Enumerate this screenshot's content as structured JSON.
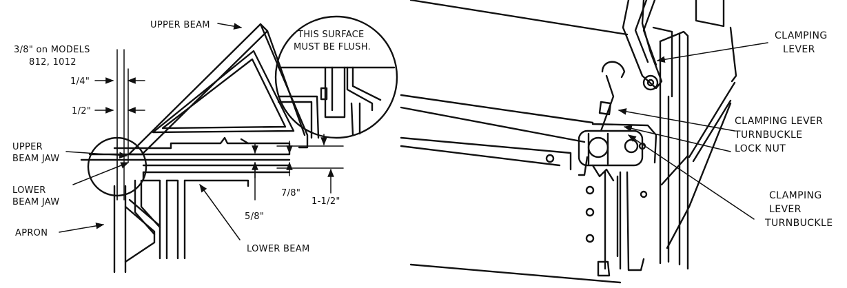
{
  "left_diagram": {
    "labels": {
      "upper_beam": "UPPER BEAM",
      "models_line1": "3/8\" on MODELS",
      "models_line2": "812, 1012",
      "quarter": "1/4\"",
      "half": "1/2\"",
      "upper_beam_jaw_line1": "UPPER",
      "upper_beam_jaw_line2": "BEAM JAW",
      "lower_beam_jaw_line1": "LOWER",
      "lower_beam_jaw_line2": "BEAM JAW",
      "apron": "APRON",
      "lower_beam": "LOWER BEAM",
      "five_eighths": "5/8\"",
      "seven_eighths": "7/8\"",
      "one_and_half": "1-1/2\"",
      "surface_line1": "THIS SURFACE",
      "surface_line2": "MUST BE FLUSH."
    }
  },
  "right_diagram": {
    "labels": {
      "clamping_lever_line1": "CLAMPING",
      "clamping_lever_line2": "LEVER",
      "lock_nut_line1": "CLAMPING LEVER",
      "lock_nut_line2": "TURNBUCKLE",
      "lock_nut_line3": "LOCK NUT",
      "turnbuckle_line1": "CLAMPING",
      "turnbuckle_line2": "LEVER",
      "turnbuckle_line3": "TURNBUCKLE"
    }
  }
}
